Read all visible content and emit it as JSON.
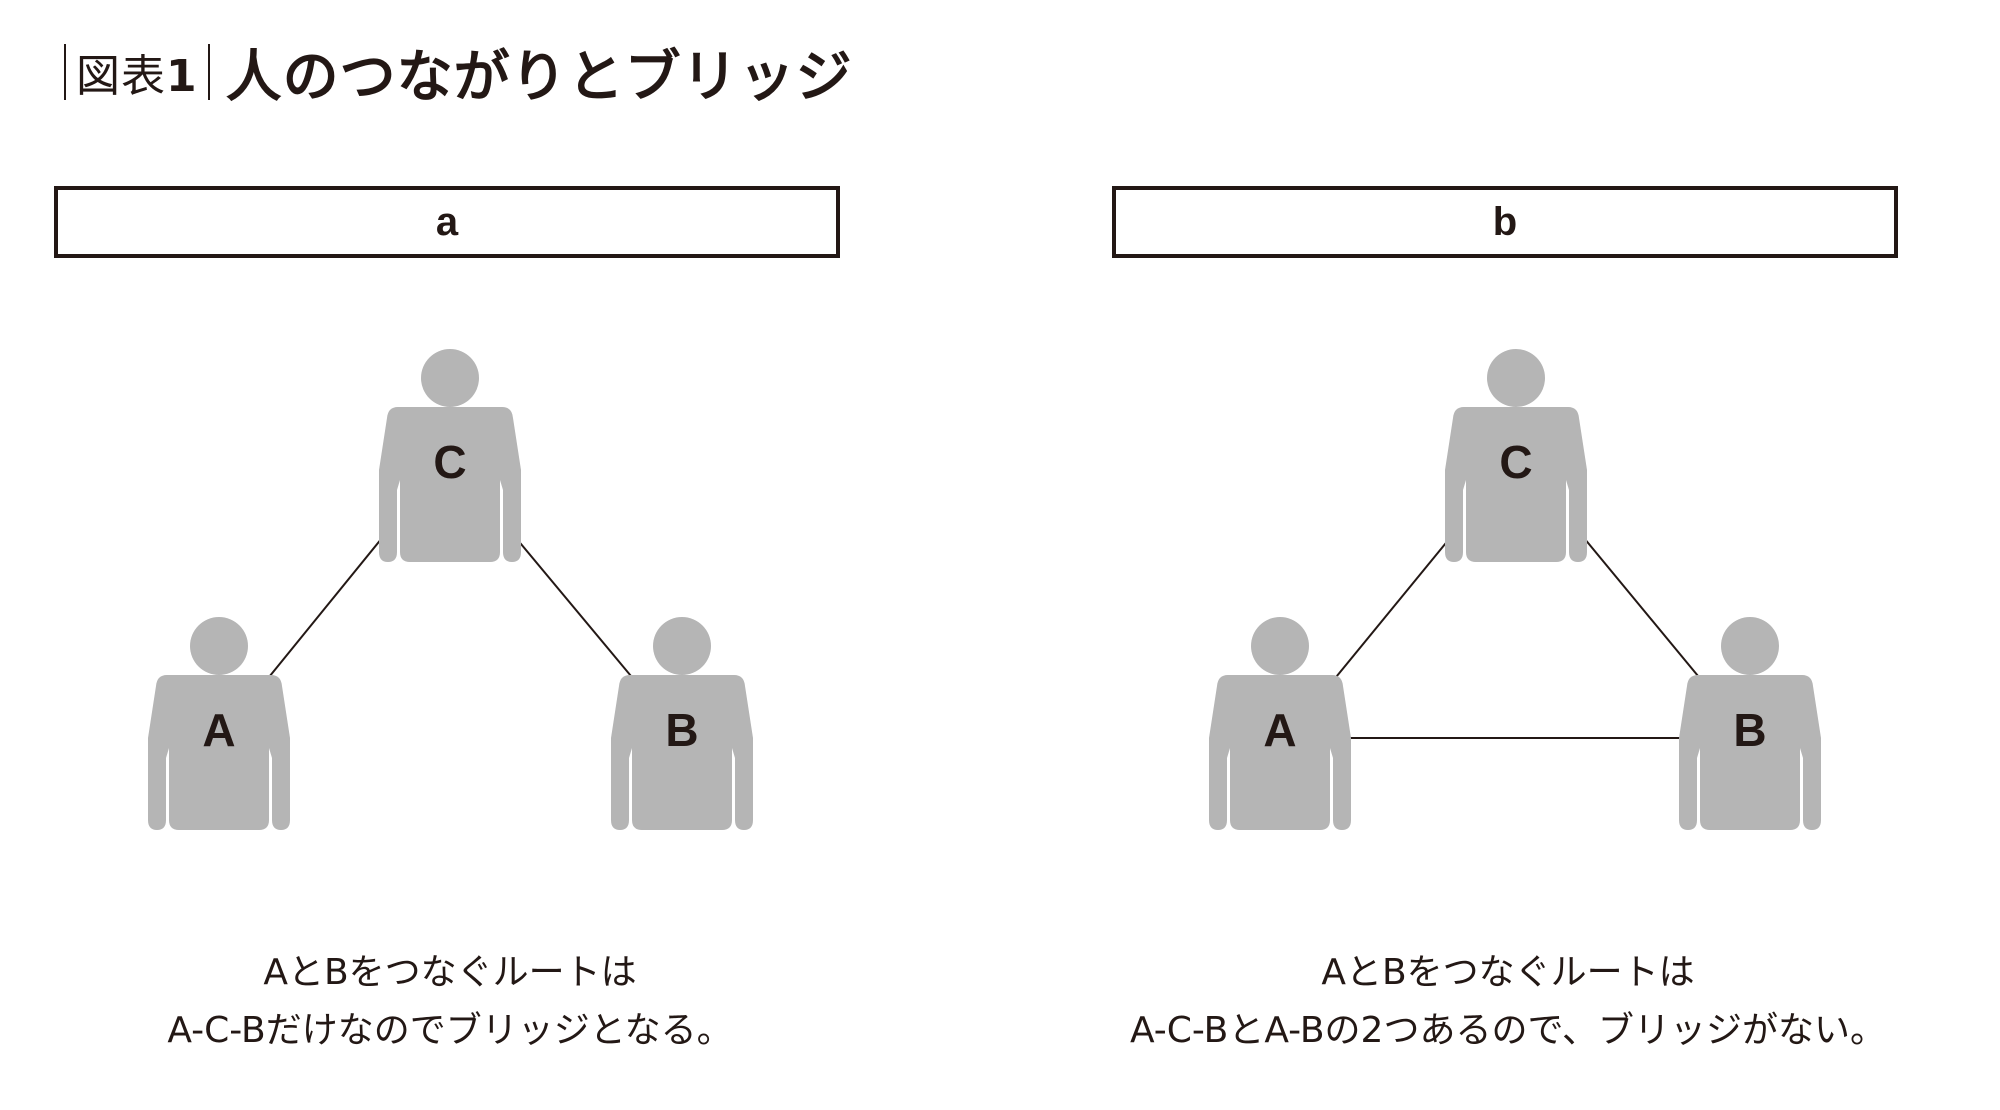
{
  "header": {
    "fig_prefix": "図表",
    "fig_number": "1",
    "title": "人のつながりとブリッジ"
  },
  "panels": [
    {
      "label": "a",
      "nodes": [
        "C",
        "A",
        "B"
      ],
      "edges": [
        [
          "A",
          "C"
        ],
        [
          "C",
          "B"
        ]
      ],
      "caption_line1": "AとBをつなぐルートは",
      "caption_line2": "A-C-Bだけなのでブリッジとなる。"
    },
    {
      "label": "b",
      "nodes": [
        "C",
        "A",
        "B"
      ],
      "edges": [
        [
          "A",
          "C"
        ],
        [
          "C",
          "B"
        ],
        [
          "A",
          "B"
        ]
      ],
      "caption_line1": "AとBをつなぐルートは",
      "caption_line2": "A-C-BとA-Bの2つあるので、ブリッジがない。"
    }
  ],
  "colors": {
    "person": "#b5b5b5",
    "text": "#231815",
    "line": "#231815"
  }
}
